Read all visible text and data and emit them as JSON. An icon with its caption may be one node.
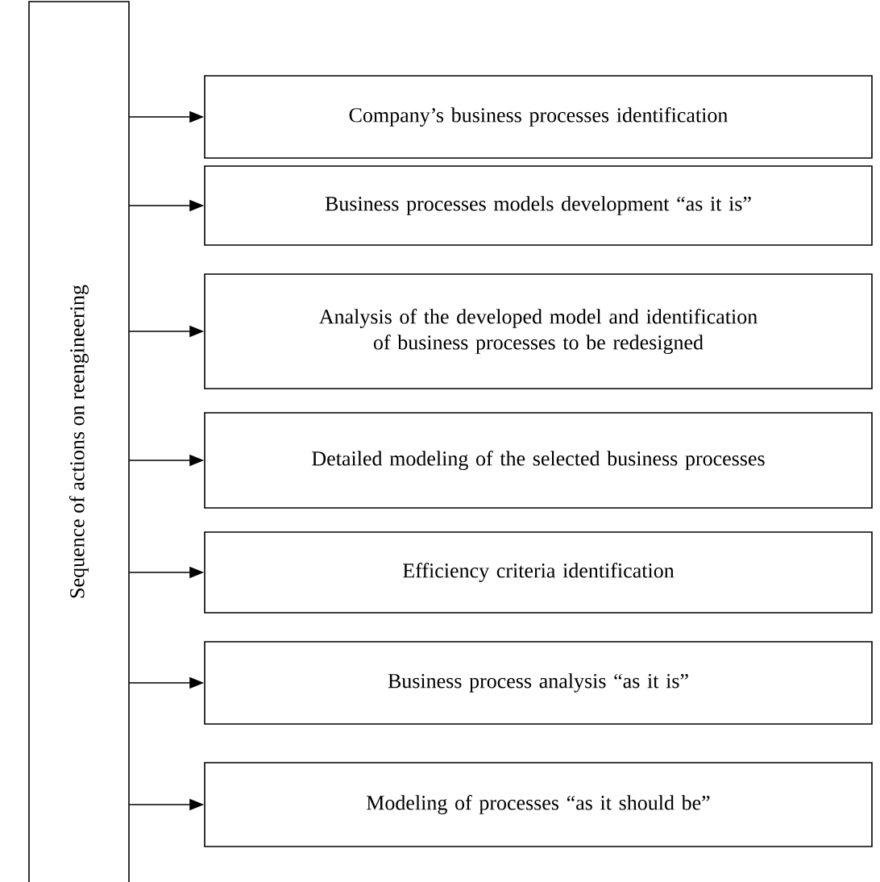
{
  "diagram": {
    "nodes": [
      {
        "text": [
          "Sequence of actions on reengineering"
        ]
      },
      {
        "text": [
          "Company’s business processes identification"
        ]
      },
      {
        "text": [
          "Business processes models development “as it is”"
        ]
      },
      {
        "text": [
          "Analysis of the developed model and identification of business processes to be redesigned"
        ]
      },
      {
        "text": [
          "Detailed modeling of the selected business processes"
        ]
      },
      {
        "text": [
          "Efficiency criteria identification"
        ]
      },
      {
        "text": [
          "Business process analysis “as it is”"
        ]
      },
      {
        "text": [
          "Modeling of processes “as it should be”"
        ]
      }
    ],
    "edges": [
      {
        "from": 0,
        "to": 1,
        "arrow": "to"
      },
      {
        "from": 0,
        "to": 2,
        "arrow": "to"
      },
      {
        "from": 0,
        "to": 3,
        "arrow": "to"
      },
      {
        "from": 0,
        "to": 4,
        "arrow": "to"
      },
      {
        "from": 0,
        "to": 5,
        "arrow": "to"
      },
      {
        "from": 0,
        "to": 6,
        "arrow": "to"
      },
      {
        "from": 0,
        "to": 7,
        "arrow": "to"
      }
    ]
  }
}
